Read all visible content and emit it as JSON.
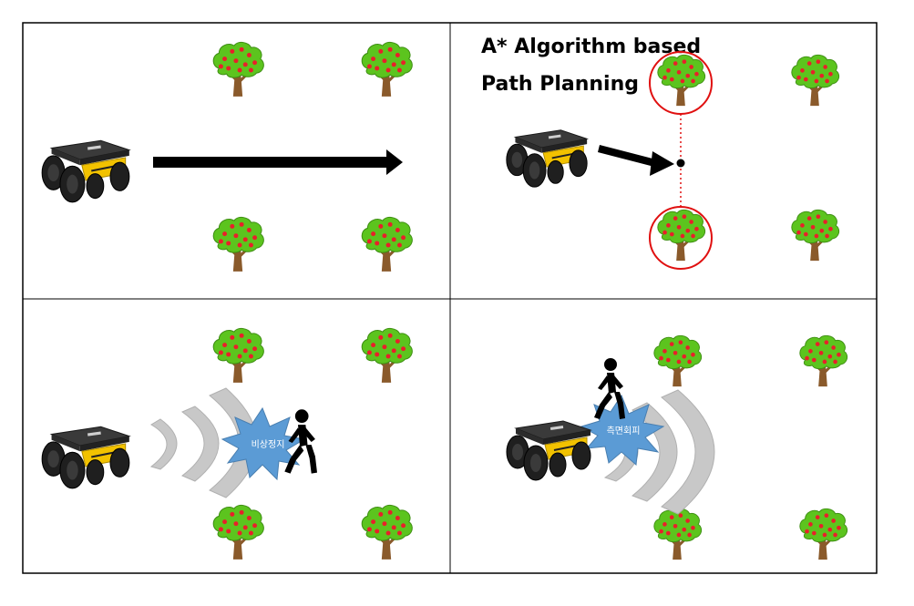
{
  "panels": [
    {
      "id": "top-left",
      "scene": "robot driving straight between tree rows"
    },
    {
      "id": "top-right",
      "caption_line1": "A* Algorithm based",
      "caption_line2": "Path Planning"
    },
    {
      "id": "bottom-left",
      "alert_label": "비상정지"
    },
    {
      "id": "bottom-right",
      "alert_label": "측면회피"
    }
  ],
  "colors": {
    "tree_foliage": "#5cc41e",
    "tree_fruit": "#e8202a",
    "tree_trunk": "#8a5a2b",
    "highlight_circle": "#e01010",
    "burst": "#5b9bd5",
    "wave": "#c8c8c8",
    "robot_body": "#2b2b2b",
    "robot_accent": "#f2c200",
    "border": "#000000"
  },
  "icons": [
    "robot-icon",
    "tree-icon",
    "arrow-icon",
    "pedestrian-icon",
    "burst-icon",
    "sensor-wave-icon"
  ]
}
